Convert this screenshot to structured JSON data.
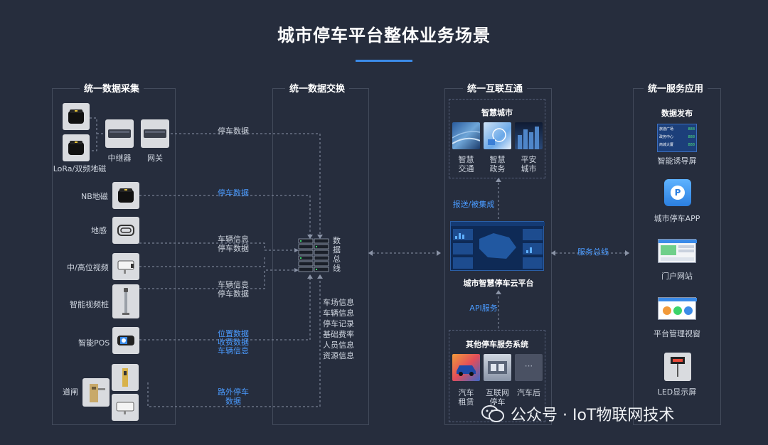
{
  "title": "城市停车平台整体业务场景",
  "columns": {
    "collect": "统一数据采集",
    "exchange": "统一数据交换",
    "interconnect": "统一互联互通",
    "service": "统一服务应用"
  },
  "collect": {
    "lora_label": "LoRa/双频地磁",
    "relay_label": "中继器",
    "gateway_label": "网关",
    "nb_label": "NB地磁",
    "loop_label": "地感",
    "video_label": "中/高位视频",
    "pile_label": "智能视频桩",
    "pos_label": "智能POS",
    "gate_label": "道闸"
  },
  "flows": {
    "f1": "停车数据",
    "f2": "停车数据",
    "f3a": "车辆信息",
    "f3b": "停车数据",
    "f4a": "车辆信息",
    "f4b": "停车数据",
    "f5a": "位置数据",
    "f5b": "收费数据",
    "f5c": "车辆信息",
    "f6a": "路外停车",
    "f6b": "数据"
  },
  "bus": {
    "label_chars": [
      "数",
      "据",
      "总",
      "线"
    ],
    "info": [
      "车场信息",
      "车辆信息",
      "停车记录",
      "基础费率",
      "人员信息",
      "资源信息"
    ]
  },
  "interconnect": {
    "smart_city": "智慧城市",
    "cards": [
      {
        "l1": "智慧",
        "l2": "交通"
      },
      {
        "l1": "智慧",
        "l2": "政务"
      },
      {
        "l1": "平安",
        "l2": "城市"
      }
    ],
    "push_label": "报送/被集成",
    "platform_label": "城市智慧停车云平台",
    "api_label": "API服务",
    "other_title": "其他停车服务系统",
    "other_cards": [
      {
        "l1": "汽车",
        "l2": "租赁"
      },
      {
        "l1": "互联网",
        "l2": "停车"
      },
      {
        "l1": "汽车后",
        "l2": ""
      }
    ]
  },
  "service": {
    "bus_label": "服务总线",
    "publish": "数据发布",
    "guide_rows": [
      "旅游广场",
      "政务中心",
      "商城大厦"
    ],
    "guide_nums": [
      "888",
      "888",
      "888"
    ],
    "guide_label": "智能诱导屏",
    "app_label": "城市停车APP",
    "app_glyph": "P",
    "portal_label": "门户网站",
    "mgmt_label": "平台管理视窗",
    "led_label": "LED显示屏"
  },
  "watermark": "公众号 · IoT物联网技术"
}
